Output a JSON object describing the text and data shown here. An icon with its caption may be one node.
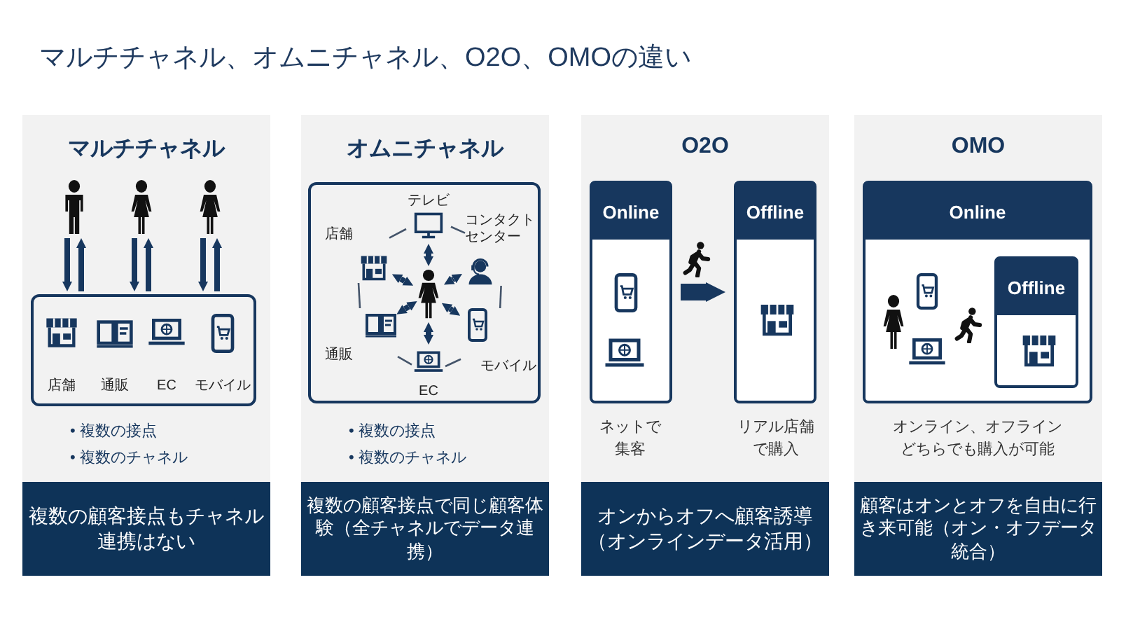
{
  "diagram": {
    "title": "マルチチャネル、オムニチャネル、O2O、OMOの違い",
    "nodes": [
      {
        "text": [
          "マルチチャネル"
        ]
      },
      {
        "text": [],
        "shape": "person",
        "in": 0
      },
      {
        "text": [],
        "shape": "person",
        "in": 0
      },
      {
        "text": [],
        "shape": "person",
        "in": 0
      },
      {
        "text": [],
        "shape": "box",
        "in": 0
      },
      {
        "text": [
          "店舗"
        ],
        "in": 4
      },
      {
        "text": [
          "通販"
        ],
        "in": 4
      },
      {
        "text": [
          "EC"
        ],
        "in": 4
      },
      {
        "text": [
          "モバイル"
        ],
        "in": 4
      },
      {
        "text": [
          "複数の顧客接点もチャネル連携はない"
        ],
        "in": 0
      },
      {
        "text": [
          "オムニチャネル"
        ]
      },
      {
        "text": [],
        "shape": "box",
        "in": 10
      },
      {
        "text": [],
        "shape": "person",
        "in": 11
      },
      {
        "text": [
          "テレビ"
        ],
        "in": 11
      },
      {
        "text": [
          "コンタクトセンター"
        ],
        "in": 11
      },
      {
        "text": [
          "モバイル"
        ],
        "in": 11
      },
      {
        "text": [
          "EC"
        ],
        "in": 11
      },
      {
        "text": [
          "通販"
        ],
        "in": 11
      },
      {
        "text": [
          "店舗"
        ],
        "in": 11
      },
      {
        "text": [
          "複数の顧客接点で同じ顧客体験（全チャネルでデータ連携）"
        ],
        "in": 10
      },
      {
        "text": [
          "O2O"
        ]
      },
      {
        "text": [
          "Online"
        ],
        "in": 20,
        "beside": [
          "ネットで集客"
        ]
      },
      {
        "text": [
          "Offline"
        ],
        "in": 20,
        "beside": [
          "リアル店舗で購入"
        ]
      },
      {
        "text": [
          "オンからオフへ顧客誘導（オンラインデータ活用）"
        ],
        "in": 20
      },
      {
        "text": [
          "OMO"
        ]
      },
      {
        "text": [
          "Online"
        ],
        "in": 24,
        "beside": [
          "オンライン、オフラインどちらでも購入が可能"
        ]
      },
      {
        "text": [
          "Offline"
        ],
        "in": 25
      },
      {
        "text": [
          "顧客はオンとオフを自由に行き来可能（オン・オフデータ統合）"
        ],
        "in": 24
      }
    ],
    "edges": [
      {
        "from": 1,
        "to": 4,
        "arrow": "to"
      },
      {
        "from": 4,
        "to": 1,
        "arrow": "to"
      },
      {
        "from": 2,
        "to": 4,
        "arrow": "to"
      },
      {
        "from": 4,
        "to": 2,
        "arrow": "to"
      },
      {
        "from": 3,
        "to": 4,
        "arrow": "to"
      },
      {
        "from": 4,
        "to": 3,
        "arrow": "to"
      },
      {
        "from": 12,
        "to": 13,
        "arrow": "both"
      },
      {
        "from": 12,
        "to": 14,
        "arrow": "both"
      },
      {
        "from": 12,
        "to": 15,
        "arrow": "both"
      },
      {
        "from": 12,
        "to": 16,
        "arrow": "both"
      },
      {
        "from": 12,
        "to": 17,
        "arrow": "both"
      },
      {
        "from": 12,
        "to": 18,
        "arrow": "both"
      },
      {
        "from": 13,
        "to": 14,
        "arrow": "none"
      },
      {
        "from": 14,
        "to": 15,
        "arrow": "none"
      },
      {
        "from": 15,
        "to": 16,
        "arrow": "none"
      },
      {
        "from": 16,
        "to": 17,
        "arrow": "none"
      },
      {
        "from": 17,
        "to": 18,
        "arrow": "none"
      },
      {
        "from": 18,
        "to": 13,
        "arrow": "none"
      },
      {
        "from": 21,
        "to": 22,
        "arrow": "to",
        "style": "thick"
      }
    ],
    "labels": [
      "• 複数の接点",
      "• 複数のチャネル",
      "• 複数の接点",
      "• 複数のチャネル"
    ]
  }
}
